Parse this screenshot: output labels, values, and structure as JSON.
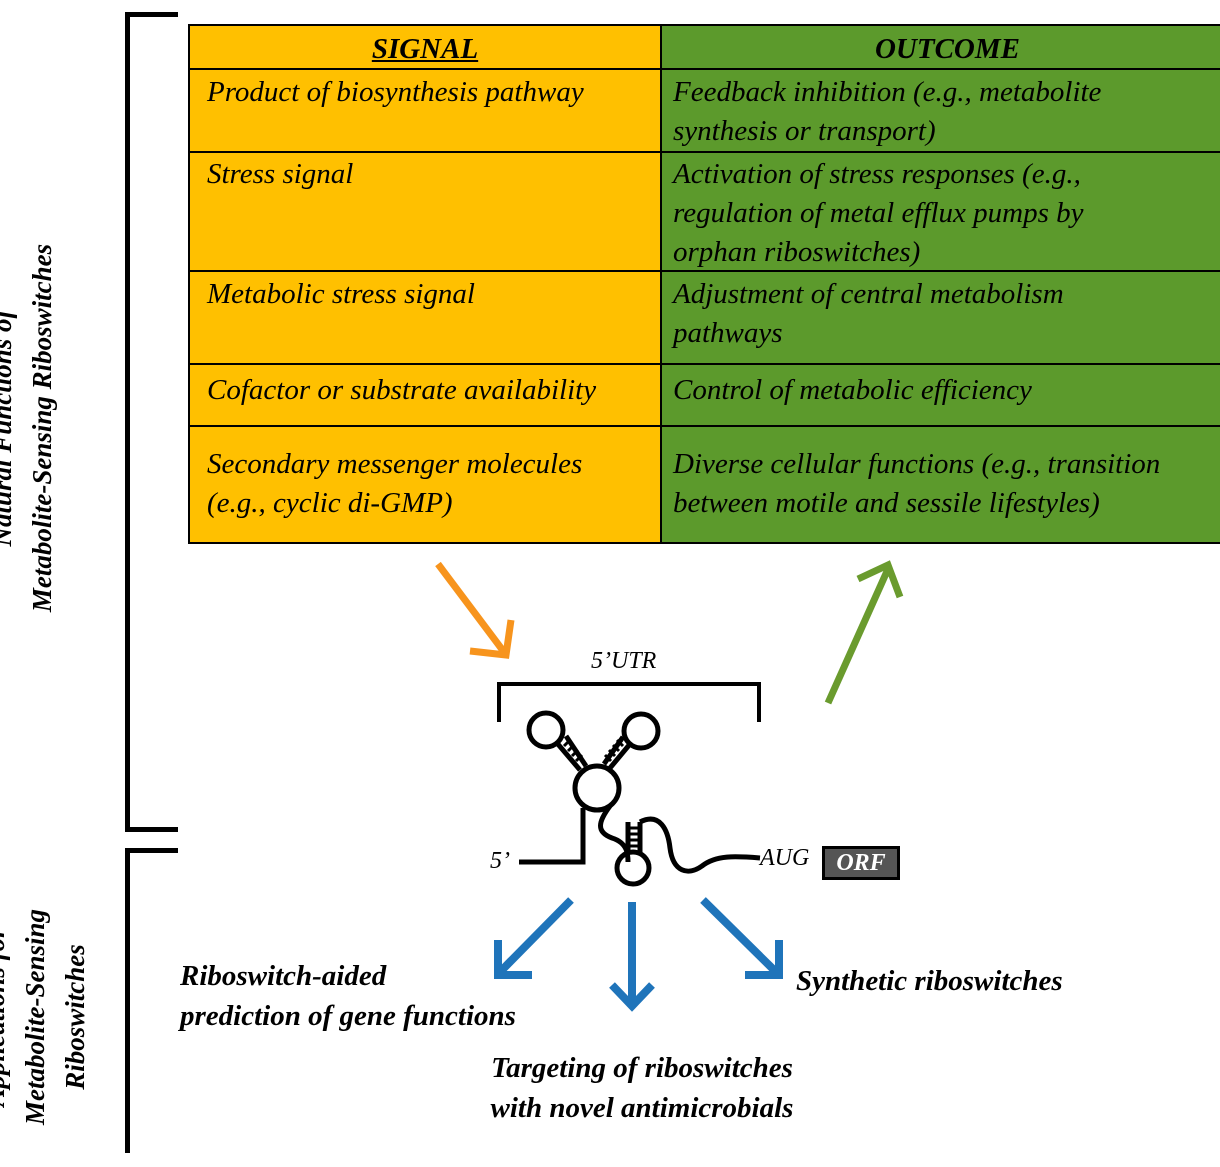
{
  "side_labels": {
    "natural": [
      "Natural Functions of",
      "Metabolite-Sensing Riboswitches"
    ],
    "applications": [
      "Applications for",
      "Metabolite-Sensing",
      "Riboswitches"
    ]
  },
  "table": {
    "header": {
      "signal": "SIGNAL",
      "outcome": "OUTCOME"
    },
    "rows": [
      {
        "signal": [
          "Product of biosynthesis pathway"
        ],
        "outcome": [
          "Feedback inhibition (e.g., metabolite",
          "synthesis or transport)"
        ]
      },
      {
        "signal": [
          "Stress signal"
        ],
        "outcome": [
          "Activation of stress responses (e.g.,",
          "regulation of metal efflux pumps by",
          "orphan riboswitches)"
        ]
      },
      {
        "signal": [
          "Metabolic stress signal"
        ],
        "outcome": [
          "Adjustment of central metabolism",
          "pathways"
        ]
      },
      {
        "signal": [
          "Cofactor or substrate availability"
        ],
        "outcome": [
          "Control of metabolic efficiency"
        ]
      },
      {
        "signal": [
          "Secondary messenger molecules",
          "(e.g., cyclic di-GMP)"
        ],
        "outcome": [
          "Diverse cellular functions (e.g., transition",
          "between motile and sessile lifestyles)"
        ]
      }
    ],
    "colors": {
      "signal": "#FFC000",
      "outcome": "#5C9A2C"
    }
  },
  "riboswitch": {
    "utr_label": "5’UTR",
    "five_prime_label": "5’",
    "start_codon": "AUG",
    "orf_label": "ORF"
  },
  "arrows": {
    "input_color": "#F7941D",
    "output_color": "#6A9B2E",
    "application_color": "#1F74BA"
  },
  "applications": {
    "prediction": [
      "Riboswitch-aided",
      "prediction of gene functions"
    ],
    "targeting": [
      "Targeting of riboswitches",
      "with novel antimicrobials"
    ],
    "synthetic": [
      "Synthetic riboswitches"
    ]
  }
}
